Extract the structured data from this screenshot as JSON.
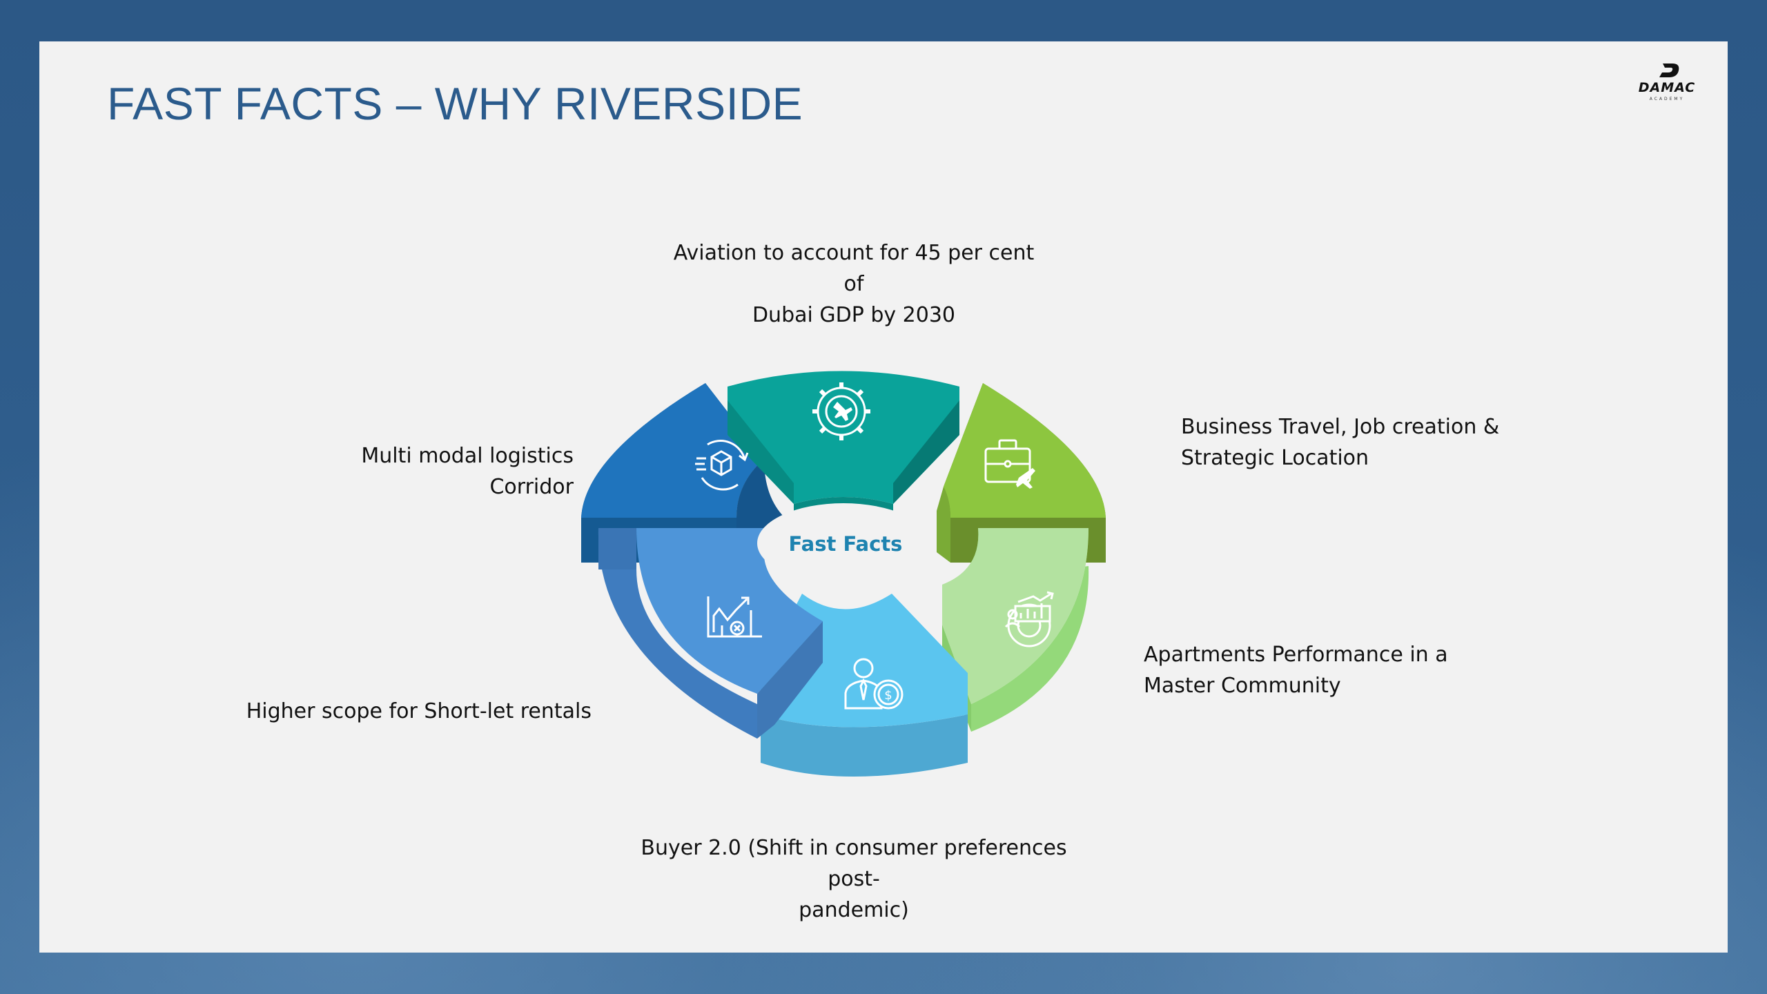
{
  "slide": {
    "title": "FAST FACTS – WHY RIVERSIDE",
    "logo": {
      "name": "DAMAC",
      "sub": "ACADEMY"
    }
  },
  "diagram": {
    "center_label": "Fast Facts",
    "segments": [
      {
        "label": "Aviation to account for 45 per cent of Dubai GDP by 2030",
        "icon": "gear-plane-icon",
        "color": "#0aa39a"
      },
      {
        "label": "Business Travel, Job creation & Strategic Location",
        "icon": "briefcase-plane-icon",
        "color": "#8dc63f"
      },
      {
        "label": "Apartments Performance in a Master Community",
        "icon": "gear-chart-icon",
        "color": "#b3e2a0"
      },
      {
        "label": "Buyer 2.0 (Shift in consumer preferences post-pandemic)",
        "icon": "businessman-dollar-icon",
        "color": "#5bc5ef"
      },
      {
        "label": "Higher scope for Short-let rentals",
        "icon": "chart-decline-icon",
        "color": "#4e95d9"
      },
      {
        "label": "Multi modal logistics Corridor",
        "icon": "box-cycle-icon",
        "color": "#1f74bd"
      }
    ],
    "label_lines": {
      "aviation_1": "Aviation to account for 45 per cent of",
      "aviation_2": "Dubai GDP by 2030",
      "business_1": "Business Travel, Job creation &",
      "business_2": "Strategic Location",
      "apartments_1": "Apartments Performance in a",
      "apartments_2": "Master Community",
      "buyer_1": "Buyer 2.0 (Shift in consumer preferences post-",
      "buyer_2": "pandemic)",
      "shortlet_1": "Higher scope for Short-let rentals",
      "logistics_1": "Multi modal logistics",
      "logistics_2": "Corridor"
    }
  }
}
